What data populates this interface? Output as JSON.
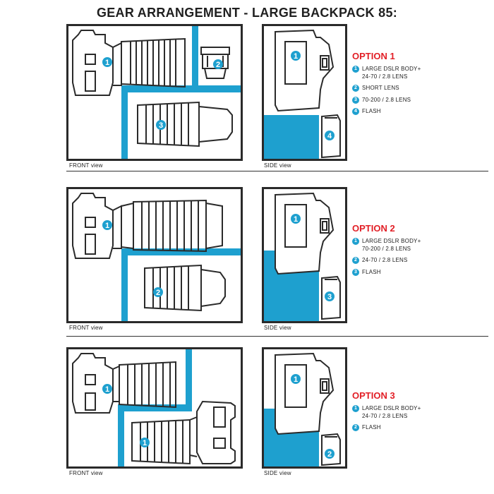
{
  "title": "GEAR ARRANGEMENT - LARGE BACKPACK 85:",
  "accent_color": "#1ea0cf",
  "option_color": "#e21f26",
  "front_label": "FRONT view",
  "side_label": "SIDE view",
  "options": [
    {
      "title": "OPTION 1",
      "items": [
        {
          "num": "1",
          "line1": "LARGE DSLR BODY+",
          "line2": "24-70 / 2.8 LENS"
        },
        {
          "num": "2",
          "line1": "SHORT LENS",
          "line2": ""
        },
        {
          "num": "3",
          "line1": "70-200 / 2.8 LENS",
          "line2": ""
        },
        {
          "num": "4",
          "line1": "FLASH",
          "line2": ""
        }
      ],
      "front_badges": [
        "1",
        "2",
        "3"
      ],
      "side_badges": [
        "1",
        "4"
      ]
    },
    {
      "title": "OPTION 2",
      "items": [
        {
          "num": "1",
          "line1": "LARGE DSLR BODY+",
          "line2": "70-200 / 2.8 LENS"
        },
        {
          "num": "2",
          "line1": "24-70 / 2.8 LENS",
          "line2": ""
        },
        {
          "num": "3",
          "line1": "FLASH",
          "line2": ""
        }
      ],
      "front_badges": [
        "1",
        "2"
      ],
      "side_badges": [
        "1",
        "3"
      ]
    },
    {
      "title": "OPTION 3",
      "items": [
        {
          "num": "1",
          "line1": "LARGE DSLR BODY+",
          "line2": "24-70 / 2.8 LENS"
        },
        {
          "num": "2",
          "line1": "FLASH",
          "line2": ""
        }
      ],
      "front_badges": [
        "1",
        "1"
      ],
      "side_badges": [
        "1",
        "2"
      ]
    }
  ]
}
